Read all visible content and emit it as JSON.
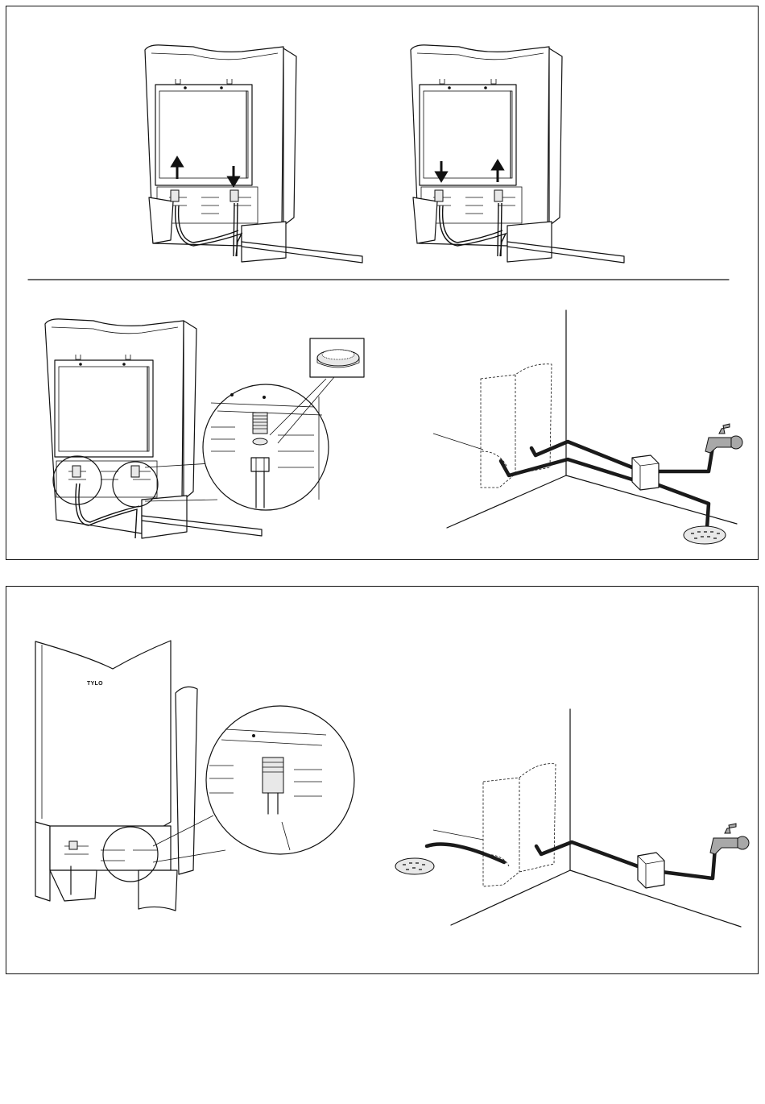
{
  "figure": {
    "brand_mark": "TYLO",
    "panels": [
      {
        "id": "top",
        "steps": [
          "connect-hoses-left-inlet",
          "connect-hoses-right-inlet",
          "insert-sieve-gasket",
          "piping-layout-tap-and-drain"
        ]
      },
      {
        "id": "bottom",
        "steps": [
          "connect-single-hose",
          "piping-layout-tap-and-floor-drain"
        ]
      }
    ],
    "icons": [
      "arrow-up-icon",
      "arrow-down-icon",
      "water-tap-icon",
      "floor-drain-icon",
      "sieve-gasket-icon",
      "valve-box-icon"
    ]
  }
}
